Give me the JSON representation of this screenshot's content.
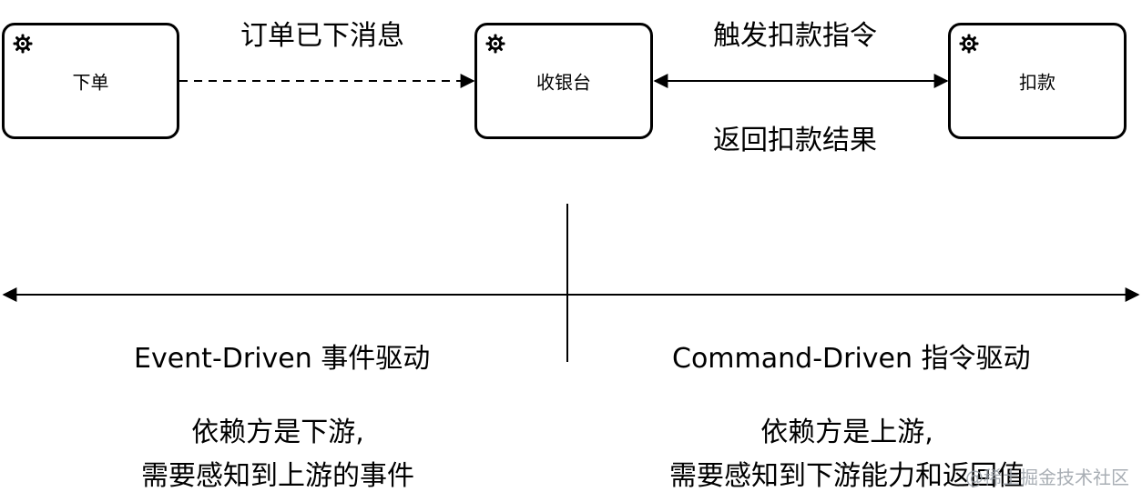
{
  "nodes": {
    "order": {
      "label": "下单"
    },
    "cashier": {
      "label": "收银台"
    },
    "deduct": {
      "label": "扣款"
    }
  },
  "edges": {
    "order_to_cashier": "订单已下消息",
    "trigger_deduct": "触发扣款指令",
    "return_result": "返回扣款结果"
  },
  "left_section": {
    "title": "Event-Driven 事件驱动",
    "desc_line1": "依赖方是下游,",
    "desc_line2": "需要感知到上游的事件"
  },
  "right_section": {
    "title": "Command-Driven 指令驱动",
    "desc_line1": "依赖方是上游,",
    "desc_line2": "需要感知到下游能力和返回值"
  },
  "watermark": "@稀土掘金技术社区",
  "icons": [
    "gear-icon"
  ]
}
